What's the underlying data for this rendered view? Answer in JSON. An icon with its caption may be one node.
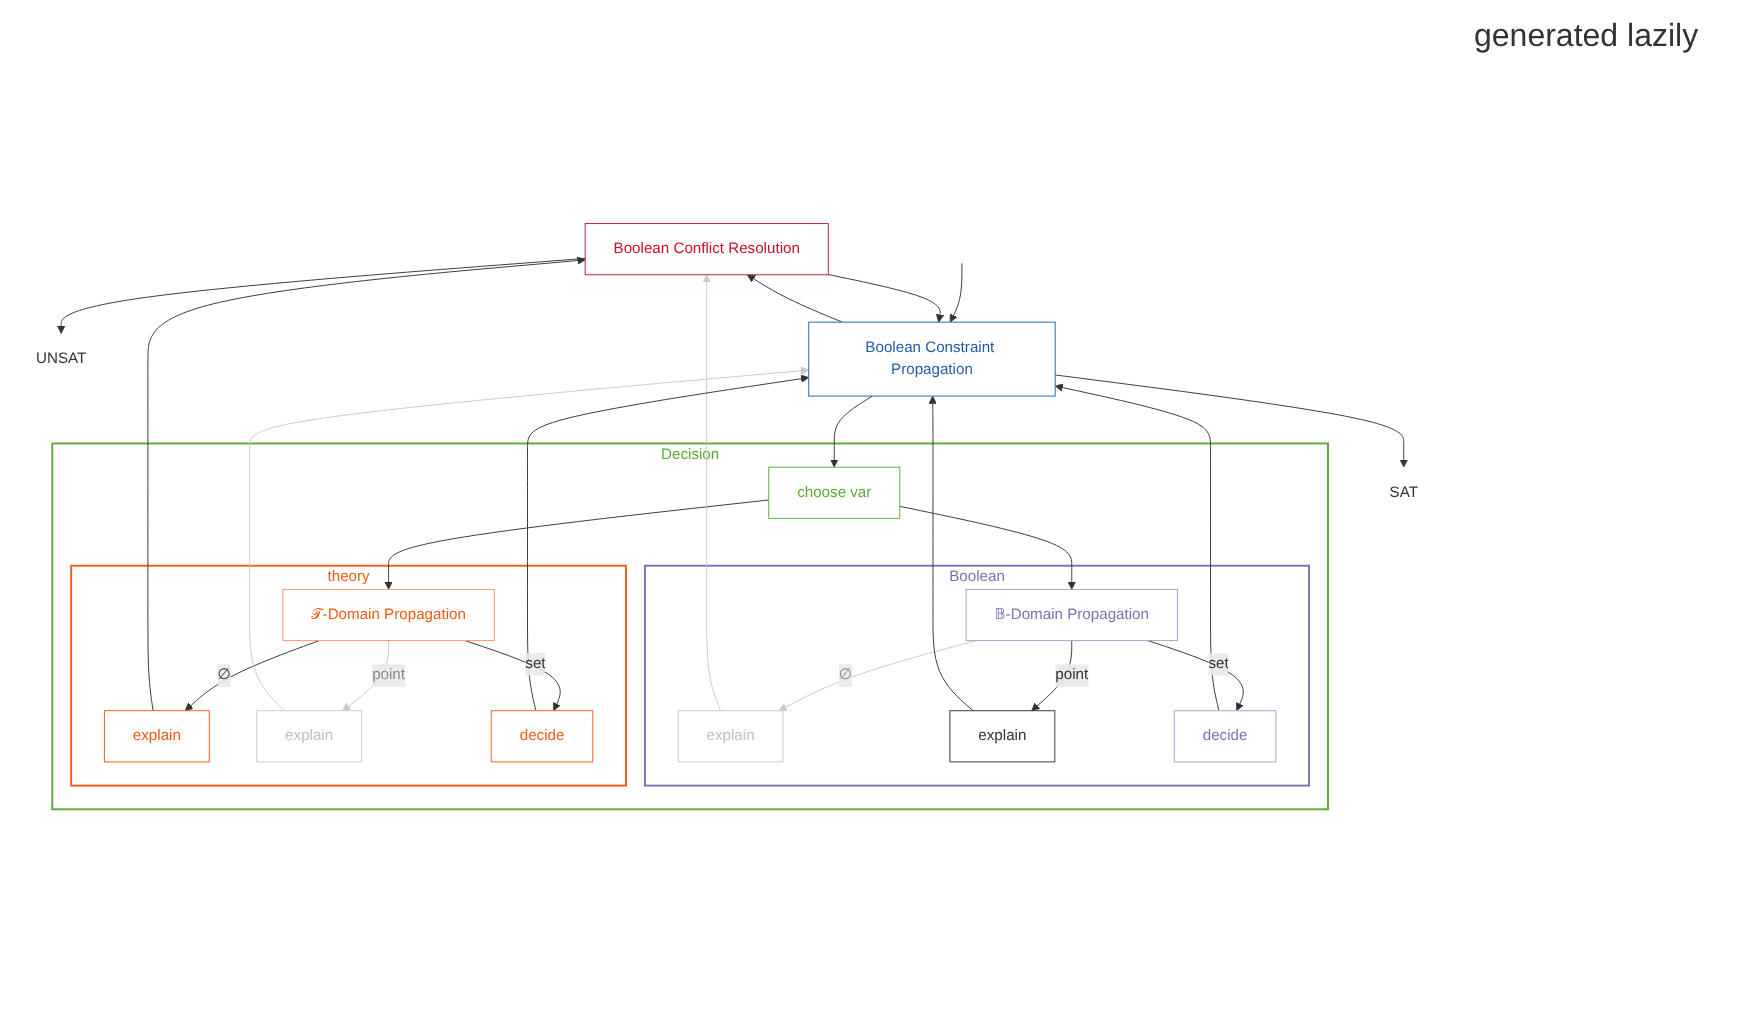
{
  "diagram": {
    "nodes": [
      {
        "text": [
          "Boolean Conflict Resolution"
        ]
      },
      {
        "text": [
          "UNSAT"
        ]
      },
      {
        "text": [
          "Boolean Constraint Propagation"
        ]
      },
      {
        "text": [
          "SAT"
        ]
      },
      {
        "text": [
          "Decision"
        ]
      },
      {
        "text": [
          "choose var"
        ],
        "in": 4
      },
      {
        "text": [
          "Boolean"
        ],
        "in": 4
      },
      {
        "text": [
          "𝔹-Domain Propagation"
        ],
        "in": 6
      },
      {
        "text": [
          "explain"
        ],
        "in": 6
      },
      {
        "text": [
          "explain"
        ],
        "in": 6
      },
      {
        "text": [
          "decide"
        ],
        "in": 6
      },
      {
        "text": [
          "theory"
        ],
        "in": 4
      },
      {
        "text": [
          "𝒯-Domain Propagation"
        ],
        "in": 11
      },
      {
        "text": [
          "explain"
        ],
        "in": 11
      },
      {
        "text": [
          "explain"
        ],
        "in": 11
      },
      {
        "text": [
          "decide"
        ],
        "in": 11
      }
    ],
    "edges": [
      {
        "from": null,
        "to": 2,
        "arrow": "to"
      },
      {
        "from": 2,
        "to": 0,
        "arrow": "to"
      },
      {
        "from": 0,
        "to": 2,
        "arrow": "to"
      },
      {
        "from": 0,
        "to": 1,
        "arrow": "to"
      },
      {
        "from": 2,
        "to": 3,
        "arrow": "to"
      },
      {
        "from": 2,
        "to": 5,
        "arrow": "to"
      },
      {
        "from": 5,
        "to": 7,
        "arrow": "to"
      },
      {
        "from": 5,
        "to": 12,
        "arrow": "to"
      },
      {
        "from": 7,
        "to": 8,
        "arrow": "to",
        "label": "∅",
        "color": "#c8c8c8"
      },
      {
        "from": 7,
        "to": 9,
        "arrow": "to",
        "label": "point"
      },
      {
        "from": 7,
        "to": 10,
        "arrow": "to",
        "label": "set"
      },
      {
        "from": 12,
        "to": 13,
        "arrow": "to",
        "label": "∅"
      },
      {
        "from": 12,
        "to": 14,
        "arrow": "to",
        "label": "point",
        "color": "#c8c8c8"
      },
      {
        "from": 12,
        "to": 15,
        "arrow": "to",
        "label": "set"
      },
      {
        "from": 8,
        "to": 0,
        "arrow": "to",
        "color": "#c8c8c8"
      },
      {
        "from": 9,
        "to": 2,
        "arrow": "to"
      },
      {
        "from": 10,
        "to": 2,
        "arrow": "to"
      },
      {
        "from": 13,
        "to": 0,
        "arrow": "to"
      },
      {
        "from": 14,
        "to": 2,
        "arrow": "to",
        "color": "#c8c8c8"
      },
      {
        "from": 15,
        "to": 2,
        "arrow": "to"
      }
    ],
    "labels": [
      "generated lazily"
    ]
  }
}
